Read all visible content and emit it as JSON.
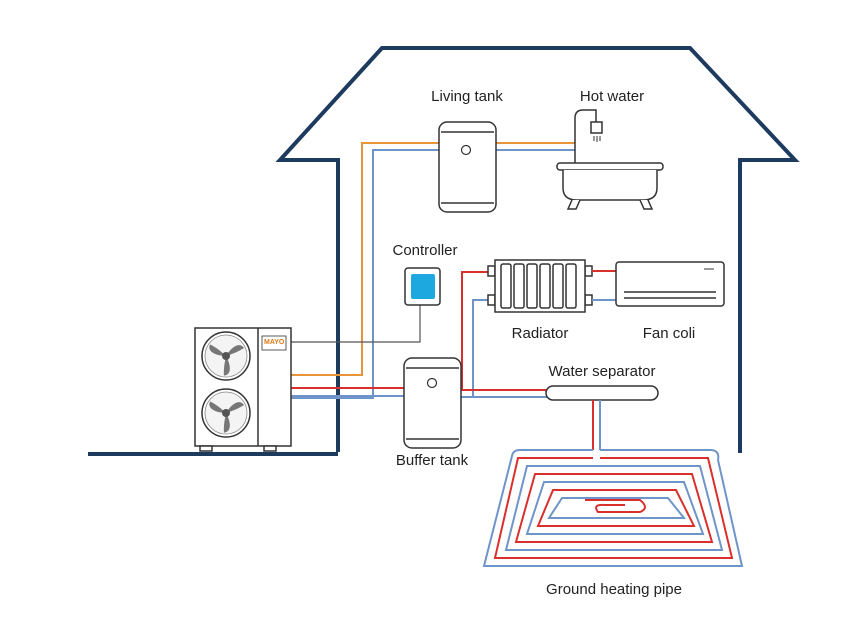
{
  "labels": {
    "living_tank": "Living tank",
    "hot_water": "Hot water",
    "controller": "Controller",
    "radiator": "Radiator",
    "fan_coil": "Fan coli",
    "water_separator": "Water separator",
    "buffer_tank": "Buffer tank",
    "ground_heating_pipe": "Ground heating pipe",
    "heat_pump_brand": "MAYO"
  },
  "colors": {
    "house_outline": "#1d3a5f",
    "hot_pipe": "#e8943a",
    "supply_pipe": "#d9302e",
    "return_pipe": "#6f94c9",
    "controller_screen": "#1ea8e0",
    "equipment_stroke": "#333333"
  }
}
